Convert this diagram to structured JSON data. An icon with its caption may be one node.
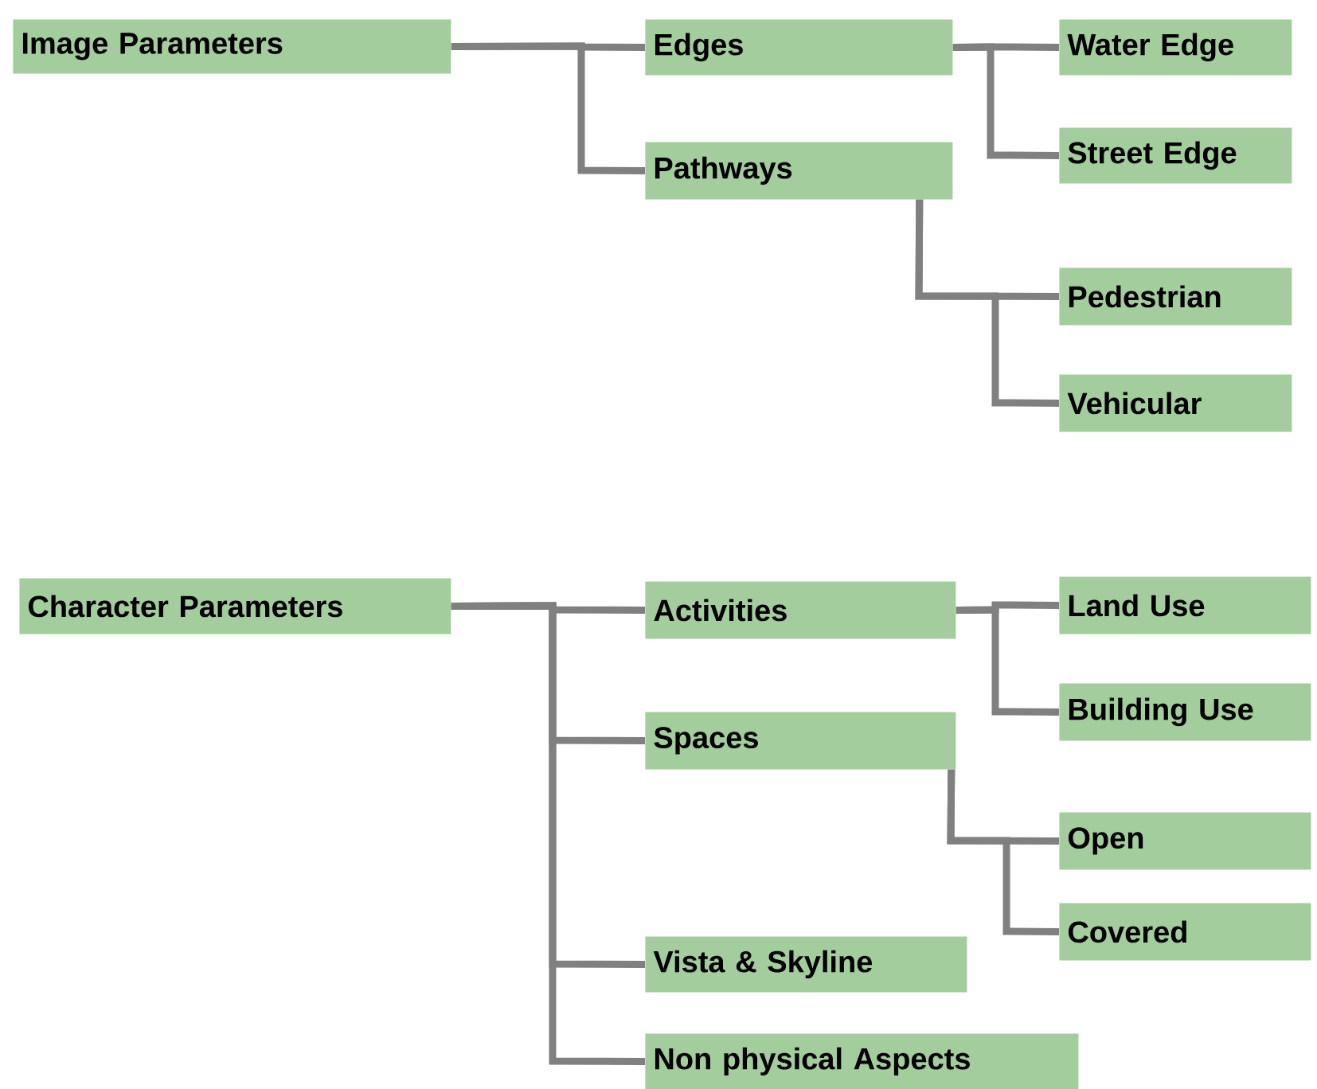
{
  "diagram": {
    "nodes": [
      {
        "text": [
          "Image Parameters"
        ]
      },
      {
        "text": [
          "Edges"
        ]
      },
      {
        "text": [
          "Water Edge"
        ]
      },
      {
        "text": [
          "Street Edge"
        ]
      },
      {
        "text": [
          "Pathways"
        ]
      },
      {
        "text": [
          "Pedestrian"
        ]
      },
      {
        "text": [
          "Vehicular"
        ]
      },
      {
        "text": [
          "Character Parameters"
        ]
      },
      {
        "text": [
          "Activities"
        ]
      },
      {
        "text": [
          "Land Use"
        ]
      },
      {
        "text": [
          "Building Use"
        ]
      },
      {
        "text": [
          "Spaces"
        ]
      },
      {
        "text": [
          "Open"
        ]
      },
      {
        "text": [
          "Covered"
        ]
      },
      {
        "text": [
          "Vista & Skyline"
        ]
      },
      {
        "text": [
          "Non physical Aspects"
        ]
      }
    ],
    "edges": [
      {
        "from": 0,
        "to": 1,
        "arrow": "none"
      },
      {
        "from": 0,
        "to": 4,
        "arrow": "none"
      },
      {
        "from": 1,
        "to": 2,
        "arrow": "none"
      },
      {
        "from": 1,
        "to": 3,
        "arrow": "none"
      },
      {
        "from": 4,
        "to": 5,
        "arrow": "none"
      },
      {
        "from": 4,
        "to": 6,
        "arrow": "none"
      },
      {
        "from": 7,
        "to": 8,
        "arrow": "none"
      },
      {
        "from": 7,
        "to": 11,
        "arrow": "none"
      },
      {
        "from": 7,
        "to": 14,
        "arrow": "none"
      },
      {
        "from": 7,
        "to": 15,
        "arrow": "none"
      },
      {
        "from": 8,
        "to": 9,
        "arrow": "none"
      },
      {
        "from": 8,
        "to": 10,
        "arrow": "none"
      },
      {
        "from": 11,
        "to": 12,
        "arrow": "none"
      },
      {
        "from": 11,
        "to": 13,
        "arrow": "none"
      }
    ]
  }
}
